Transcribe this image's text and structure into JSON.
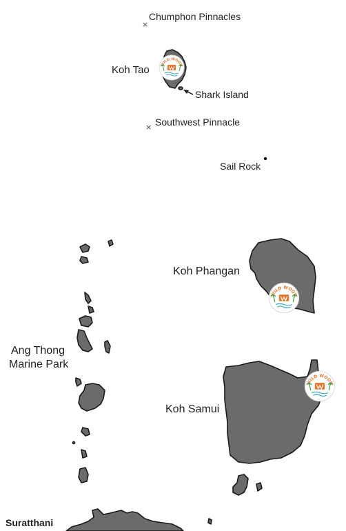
{
  "colors": {
    "land": "#6b6b6b",
    "outline": "#1a1a1a",
    "background": "#ffffff",
    "logo_orange": "#e8742a",
    "logo_green": "#3c9a3a",
    "logo_water": "#3fa6c8"
  },
  "labels": {
    "chumphon": "Chumphon Pinnacles",
    "koh_tao": "Koh Tao",
    "shark_island": "Shark Island",
    "southwest": "Southwest Pinnacle",
    "sail_rock": "Sail Rock",
    "koh_phangan": "Koh Phangan",
    "ang_thong_1": "Ang Thong",
    "ang_thong_2": "Marine Park",
    "koh_samui": "Koh Samui",
    "suratthani": "Suratthani"
  },
  "logo": {
    "name": "wild-wood-logo",
    "text": "WILD WOOD"
  }
}
